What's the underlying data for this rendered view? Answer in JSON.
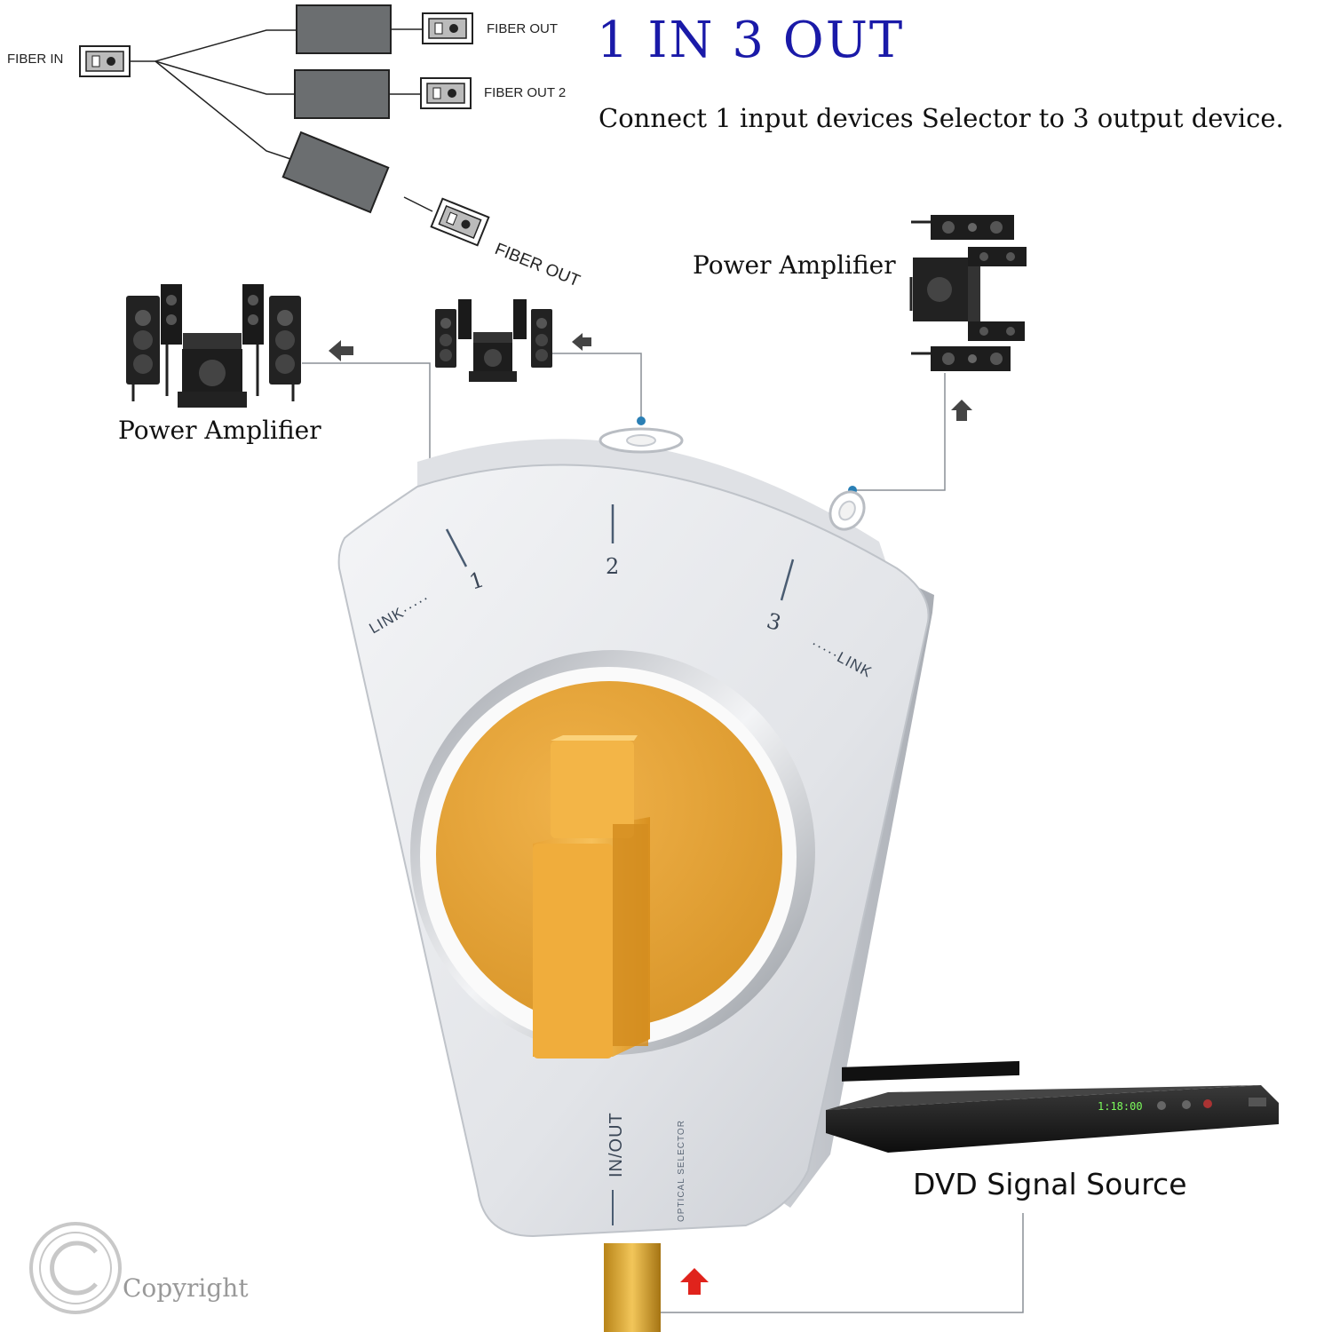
{
  "diagram": {
    "title": "1 IN 3 OUT",
    "subtitle": "Connect 1 input devices Selector to 3 output device.",
    "fiber_in_label": "FIBER IN",
    "fiber_out_1_label": "FIBER OUT",
    "fiber_out_2_label": "FIBER OUT 2",
    "fiber_out_3_label": "FIBER OUT",
    "amp_left_label": "Power Amplifier",
    "amp_right_label": "Power Amplifier",
    "source_label": "DVD Signal Source",
    "copyright_label": "Copyright"
  },
  "device": {
    "port_1": "1",
    "port_2": "2",
    "port_3": "3",
    "link_left": "LINK·····",
    "link_right": "·····LINK",
    "in_out": "IN/OUT",
    "optical_selector": "OPTICAL SELECTOR",
    "dvd_display": "1:18:00"
  },
  "colors": {
    "title": "#1a1aa8",
    "knob": "#e8a73a",
    "arrow_red": "#e0231c",
    "connector_dot": "#2a7fb5"
  },
  "icons": [
    "fiber-port-icon",
    "speaker-system-icon",
    "arrow-left-icon",
    "arrow-up-icon",
    "copyright-icon",
    "dvd-player-icon"
  ]
}
